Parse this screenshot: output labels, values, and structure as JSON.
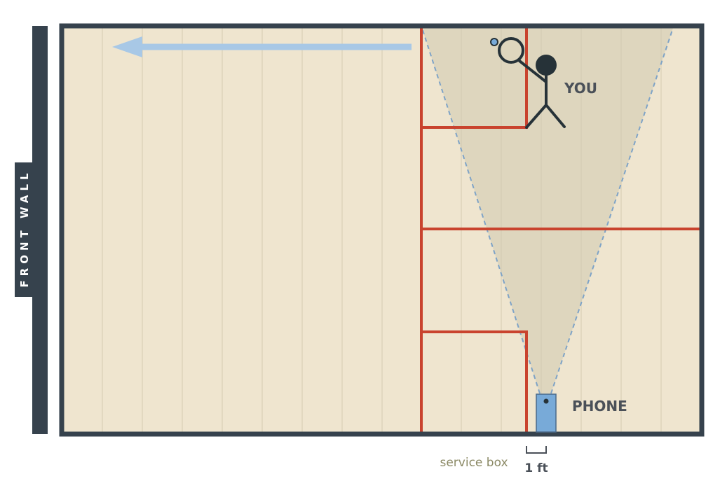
{
  "labels": {
    "front_wall": "FRONT WALL",
    "you": "YOU",
    "phone": "PHONE",
    "service_box": "service box",
    "scale": "1 ft"
  },
  "colors": {
    "floor": "#efe5cf",
    "floor_board_line": "#ddd3bb",
    "court_wall": "#36424d",
    "court_lines": "#c9432e",
    "camera_view": "#cfcbb0",
    "camera_view_edge": "#7ea3c7",
    "phone": "#78aad8",
    "direction_arrow": "#a8c8e6",
    "figure": "#263238"
  },
  "icons": {
    "player": "stick-figure-with-racket",
    "phone": "phone-icon",
    "direction": "arrow-left-icon"
  }
}
